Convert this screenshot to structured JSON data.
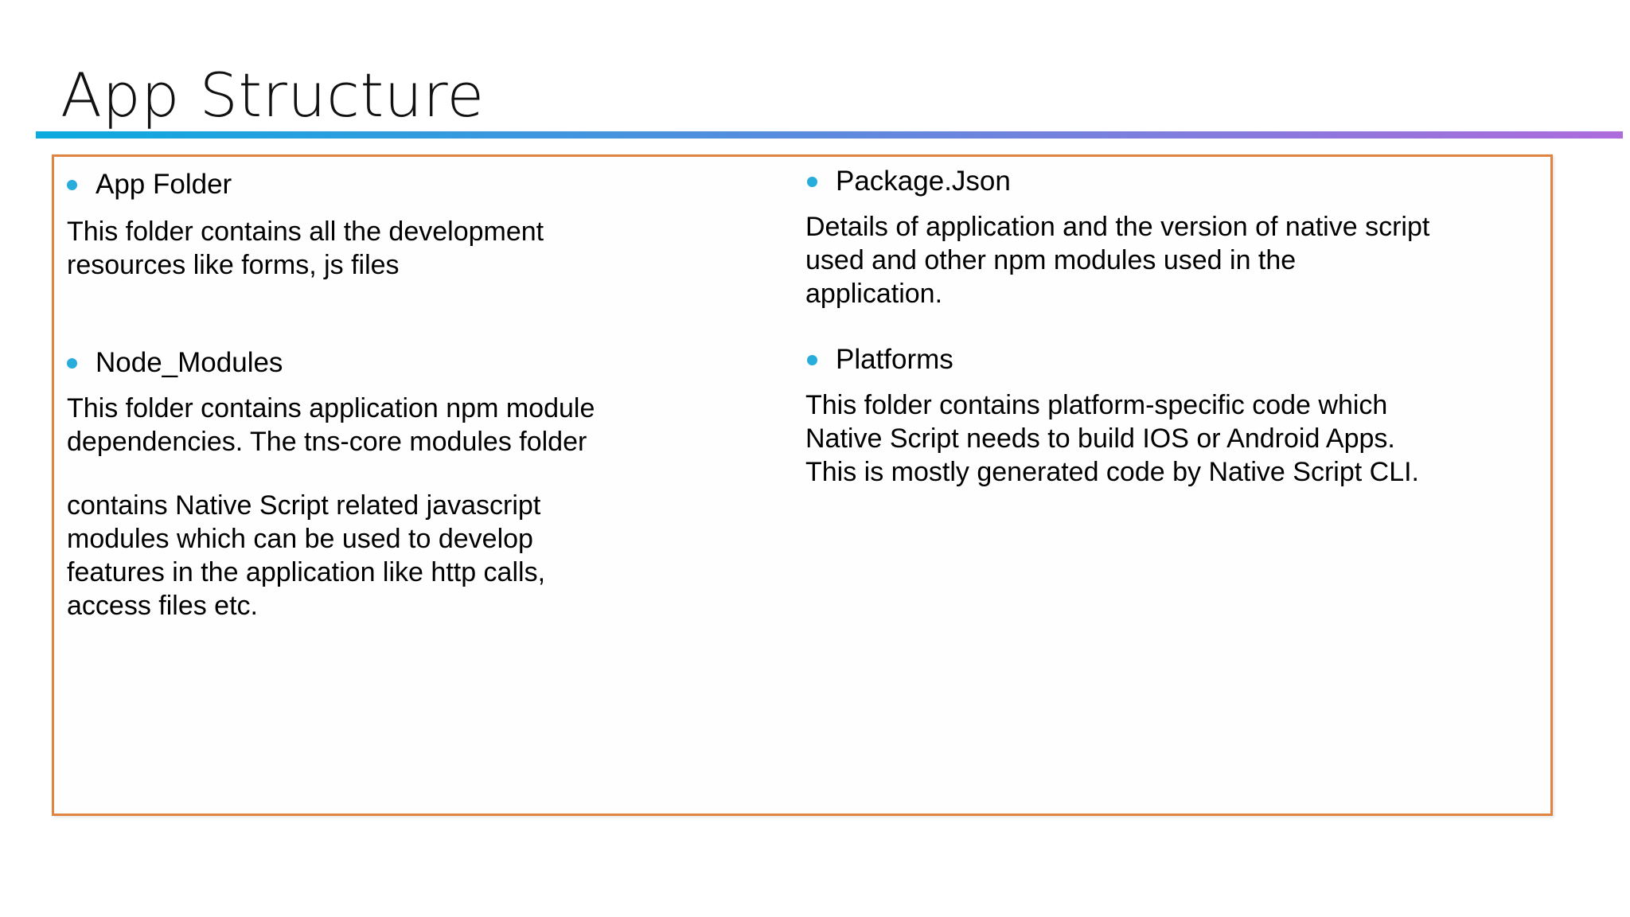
{
  "slide": {
    "title": "App Structure",
    "accent_gradient_start": "#0BAADF",
    "accent_gradient_end": "#AE6BDC",
    "frame_border_color": "#E08442",
    "bullet_color": "#27ACDC"
  },
  "blocks": [
    {
      "id": "app-folder",
      "heading": "App Folder",
      "paragraphs": [
        "  This folder contains all the development resources like forms, js files"
      ]
    },
    {
      "id": "package-json",
      "heading": "Package.Json",
      "paragraphs": [
        " Details of application and the version of native script used and other npm modules used in the application."
      ]
    },
    {
      "id": "node-modules",
      "heading": "Node_Modules",
      "paragraphs": [
        "  This folder contains application npm module dependencies. The tns-core modules folder",
        "contains Native Script related javascript modules which can be used to develop features in the application like http calls, access files etc."
      ]
    },
    {
      "id": "platforms",
      "heading": "Platforms",
      "paragraphs": [
        "This folder contains platform-specific code which Native Script needs to build IOS or Android Apps. This is mostly generated code by Native Script CLI."
      ]
    }
  ]
}
